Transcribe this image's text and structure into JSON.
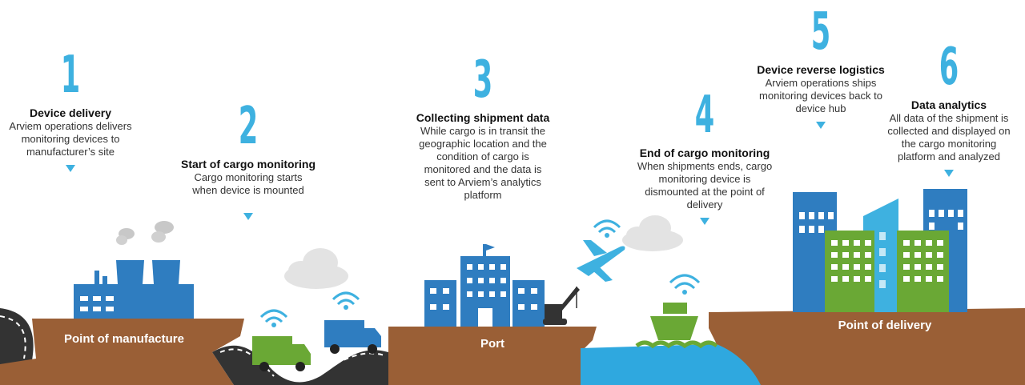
{
  "steps": [
    {
      "number": "1",
      "title": "Device delivery",
      "desc": [
        "Arviem operations delivers",
        "monitoring devices to",
        "manufacturer’s site"
      ]
    },
    {
      "number": "2",
      "title": "Start of cargo monitoring",
      "desc": [
        "Cargo monitoring starts",
        "when device is mounted"
      ]
    },
    {
      "number": "3",
      "title": "Collecting shipment data",
      "desc": [
        "While cargo is in transit the",
        "geographic location and the",
        "condition of cargo is",
        "monitored and the data is",
        "sent to Arviem’s analytics",
        "platform"
      ]
    },
    {
      "number": "4",
      "title": "End of cargo monitoring",
      "desc": [
        "When shipments ends, cargo",
        "monitoring device is",
        "dismounted at the point of",
        "delivery"
      ]
    },
    {
      "number": "5",
      "title": "Device reverse logistics",
      "desc": [
        "Arviem operations ships",
        "monitoring devices back to",
        "device hub"
      ]
    },
    {
      "number": "6",
      "title": "Data analytics",
      "desc": [
        "All data of the shipment is",
        "collected and displayed on",
        "the cargo monitoring",
        "platform and analyzed"
      ]
    }
  ],
  "places": {
    "manufacture": "Point of manufacture",
    "port": "Port",
    "delivery": "Point of delivery"
  },
  "colors": {
    "accent_blue": "#3eb1e0",
    "building_blue": "#2f7dc0",
    "truck_green": "#6aa835",
    "ground_brown": "#9a5f36",
    "water_blue": "#2fa8df",
    "road_dark": "#333333"
  }
}
